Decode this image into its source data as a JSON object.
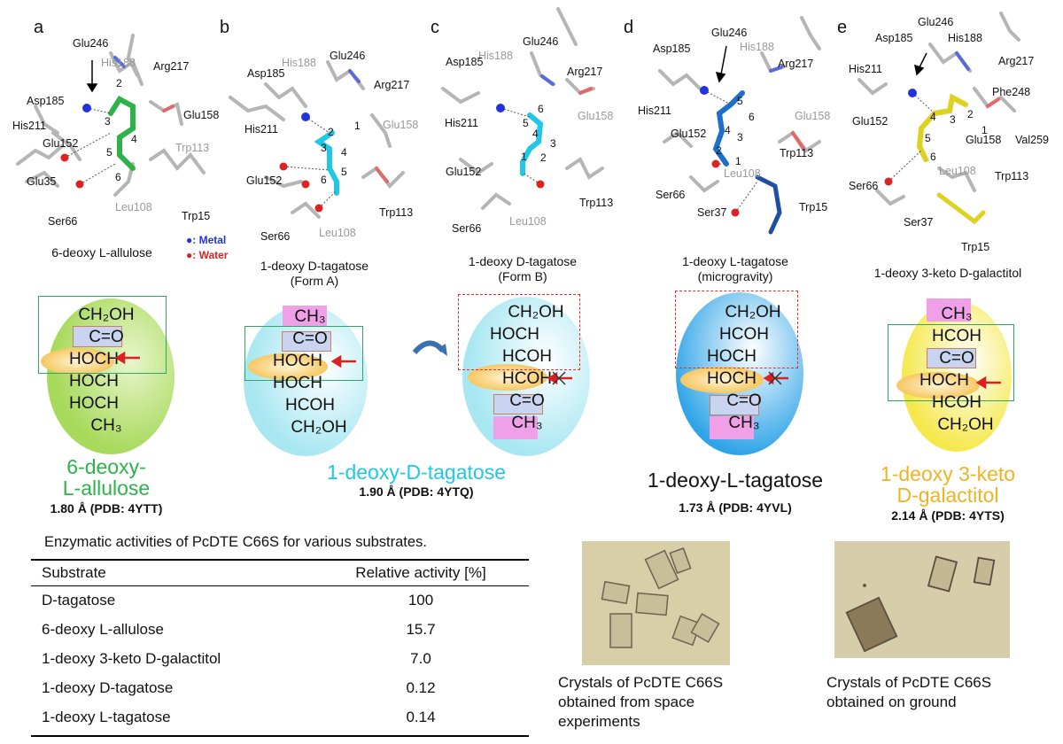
{
  "panels": [
    {
      "letter": "a",
      "residues": [
        "Glu246",
        "His188",
        "Arg217",
        "Asp185",
        "His211",
        "Glu158",
        "Glu152",
        "Trp113",
        "Glu35",
        "Ser66",
        "Leu108",
        "Trp15"
      ],
      "atoms": [
        "2",
        "3",
        "4",
        "5",
        "6"
      ],
      "molname": "6-deoxy L-allulose",
      "legend_metal": "●: Metal",
      "legend_water": "●: Water",
      "struct": [
        "CH₂OH",
        "C=O",
        "HOCH",
        "HOCH",
        "HOCH",
        "CH₃"
      ],
      "big_name": [
        "6-deoxy-",
        "L-allulose"
      ],
      "big_color": "#2db34a",
      "resolution": "1.80 Å (PDB: 4YTT)"
    },
    {
      "letter": "b",
      "residues": [
        "Glu246",
        "His188",
        "Arg217",
        "Asp185",
        "Glu158",
        "His211",
        "Glu152",
        "Trp113",
        "Ser66",
        "Leu108"
      ],
      "atoms": [
        "1",
        "2",
        "3",
        "4",
        "5",
        "6"
      ],
      "molname": [
        "1-deoxy D-tagatose",
        "(Form A)"
      ],
      "struct": [
        "CH₃",
        "C=O",
        "HOCH",
        "HOCH",
        "HCOH",
        "CH₂OH"
      ],
      "big_name": "1-deoxy-D-tagatose",
      "big_color": "#1ec8e6",
      "resolution": "1.90 Å (PDB: 4YTQ)"
    },
    {
      "letter": "c",
      "residues": [
        "Glu246",
        "His188",
        "Asp185",
        "Arg217",
        "Glu158",
        "His211",
        "Glu152",
        "Trp113",
        "Ser66",
        "Leu108"
      ],
      "atoms": [
        "6",
        "5",
        "4",
        "3",
        "2",
        "1"
      ],
      "molname": [
        "1-deoxy D-tagatose",
        "(Form B)"
      ],
      "struct": [
        "CH₂OH",
        "HOCH",
        "HCOH",
        "HCOH",
        "C=O",
        "CH₃"
      ]
    },
    {
      "letter": "d",
      "residues": [
        "Glu246",
        "His188",
        "Asp185",
        "Arg217",
        "His211",
        "Glu158",
        "Glu152",
        "Trp113",
        "Leu108",
        "Ser66",
        "Ser37",
        "Trp15"
      ],
      "atoms": [
        "5",
        "6",
        "4",
        "3",
        "2",
        "1"
      ],
      "molname": [
        "1-deoxy L-tagatose",
        "(microgravity)"
      ],
      "struct": [
        "CH₂OH",
        "HCOH",
        "HOCH",
        "HOCH",
        "C=O",
        "CH₃"
      ],
      "big_name": "1-deoxy-L-tagatose",
      "big_color": "#111111",
      "resolution": "1.73 Å (PDB: 4YVL)"
    },
    {
      "letter": "e",
      "residues": [
        "Glu246",
        "Asp185",
        "His188",
        "Arg217",
        "His211",
        "Phe248",
        "Glu152",
        "Glu158",
        "Val259",
        "Ser66",
        "Leu108",
        "Trp113",
        "Ser37",
        "Trp15"
      ],
      "atoms": [
        "4",
        "3",
        "2",
        "1",
        "5",
        "6"
      ],
      "molname": "1-deoxy 3-keto D-galactitol",
      "struct": [
        "CH₃",
        "HCOH",
        "C=O",
        "HOCH",
        "HCOH",
        "CH₂OH"
      ],
      "big_name": [
        "1-deoxy 3-keto",
        "D-galactitol"
      ],
      "big_color": "#f0b323",
      "resolution": "2.14 Å (PDB: 4YTS)"
    }
  ],
  "table": {
    "title": "Enzymatic activities of PcDTE C66S for various substrates.",
    "col_substrate": "Substrate",
    "col_activity": "Relative activity [%]",
    "rows": [
      {
        "substrate": "D-tagatose",
        "activity": "100"
      },
      {
        "substrate": "6-deoxy L-allulose",
        "activity": "15.7"
      },
      {
        "substrate": "1-deoxy 3-keto D-galactitol",
        "activity": "7.0"
      },
      {
        "substrate": "1-deoxy D-tagatose",
        "activity": "0.12"
      },
      {
        "substrate": "1-deoxy L-tagatose",
        "activity": "0.14"
      }
    ]
  },
  "captions": {
    "space": [
      "Crystals of PcDTE C66S",
      "obtained from space",
      "experiments"
    ],
    "ground": [
      "Crystals of PcDTE C66S",
      "obtained on ground"
    ]
  },
  "colors": {
    "green": "#2db34a",
    "cyan": "#1ec8e6",
    "blue": "#1e6fc9",
    "yellow": "#f0d23a",
    "metal": "#2233dd",
    "water": "#dd2222",
    "box_green": "#2fa866",
    "box_red": "#e03030",
    "pink": "#f0a0e6",
    "lavender": "#c8d4f0",
    "orange": "#f5b630"
  }
}
